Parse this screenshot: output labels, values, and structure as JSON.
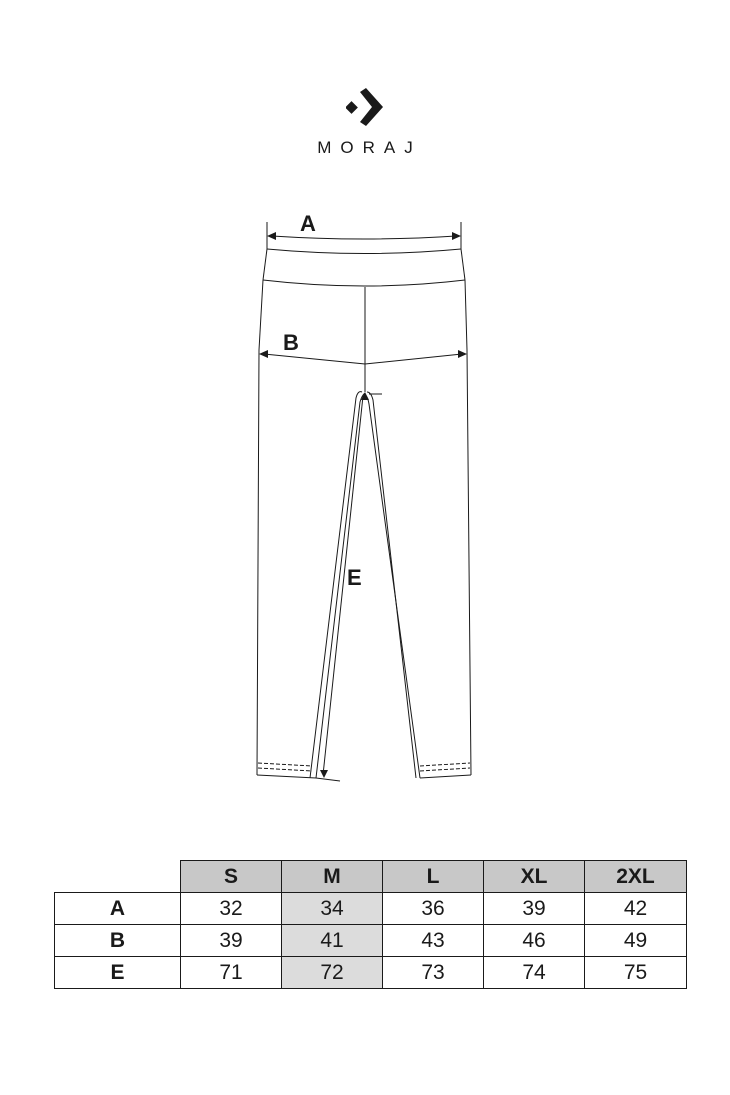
{
  "brand": {
    "name": "MORAJ",
    "logo_icon": "diamond-chevron-logo-icon"
  },
  "diagram": {
    "garment": "leggings",
    "labels": {
      "A": "A",
      "B": "B",
      "E": "E"
    }
  },
  "size_table": {
    "headers": [
      "S",
      "M",
      "L",
      "XL",
      "2XL"
    ],
    "highlighted_size": "M",
    "rows": [
      {
        "label": "A",
        "values": [
          "32",
          "34",
          "36",
          "39",
          "42"
        ]
      },
      {
        "label": "B",
        "values": [
          "39",
          "41",
          "43",
          "46",
          "49"
        ]
      },
      {
        "label": "E",
        "values": [
          "71",
          "72",
          "73",
          "74",
          "75"
        ]
      }
    ],
    "colors": {
      "header_bg": "#c8c8c8",
      "highlight_bg": "#dcdcdc",
      "border": "#1a1a1a"
    }
  }
}
